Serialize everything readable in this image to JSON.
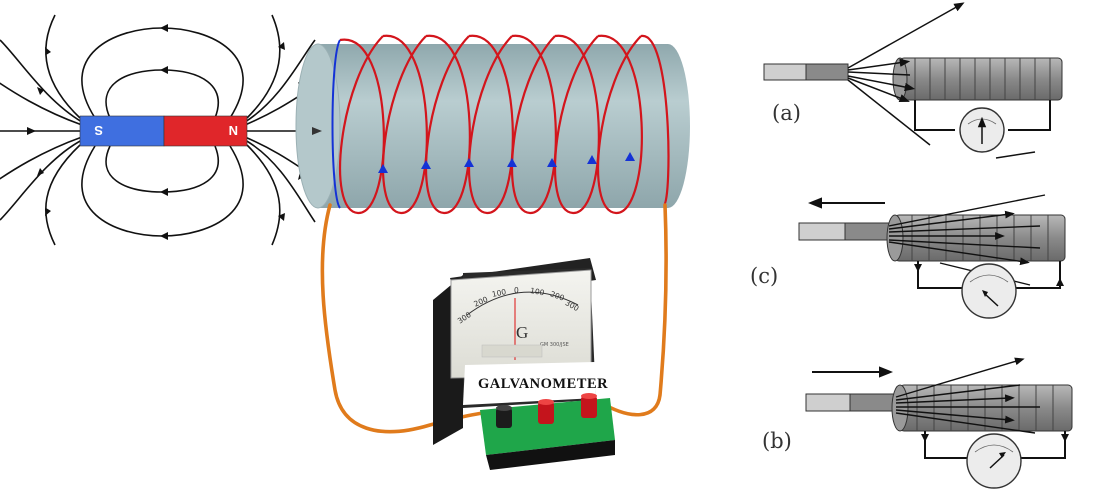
{
  "magnet": {
    "south_label": "S",
    "north_label": "N",
    "south_color": "#3f6fe0",
    "north_color": "#e0262a"
  },
  "solenoid": {
    "body_color": "#a9bfc3",
    "wire_color": "#d3151c",
    "arrow_color": "#1432d6",
    "lead_color": "#e07b1c"
  },
  "galvanometer": {
    "scale_labels": [
      "300",
      "200",
      "100",
      "0",
      "100",
      "200",
      "300"
    ],
    "symbol": "G",
    "range_label": "GM 300/JSE",
    "name_label": "GALVANOMETER",
    "terminal_colors": [
      "#1c1c1c",
      "#c4141c",
      "#c4141c"
    ],
    "base_color": "#1fa64a"
  },
  "panels": [
    {
      "id": "a",
      "label": "(a)"
    },
    {
      "id": "c",
      "label": "(c)"
    },
    {
      "id": "b",
      "label": "(b)"
    }
  ]
}
